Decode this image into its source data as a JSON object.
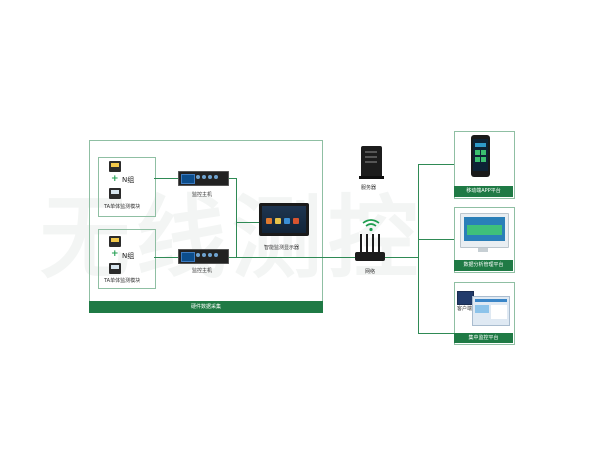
{
  "watermark": {
    "text": "无线测控",
    "sub_text": ""
  },
  "left_panel": {
    "caption": "硬件数据采集",
    "group_top": {
      "plus": "+",
      "n_group": "N组",
      "module_label": "TA单体监测模块"
    },
    "group_bottom": {
      "plus": "+",
      "n_group": "N组",
      "module_label": "TA单体监测模块"
    },
    "host_top_label": "监控主机",
    "host_bottom_label": "监控主机",
    "display_label": "智能监测显示器"
  },
  "network": {
    "server_label": "服务器",
    "router_label": "网络"
  },
  "platforms": [
    {
      "label": "移动端APP平台"
    },
    {
      "label": "数据分析管理平台"
    },
    {
      "label": "集中监控平台"
    }
  ],
  "platform3_inner_label": "客户端",
  "colors": {
    "accent": "#1f7a45",
    "frame": "#8fbfa3",
    "line": "#2f8a55"
  }
}
